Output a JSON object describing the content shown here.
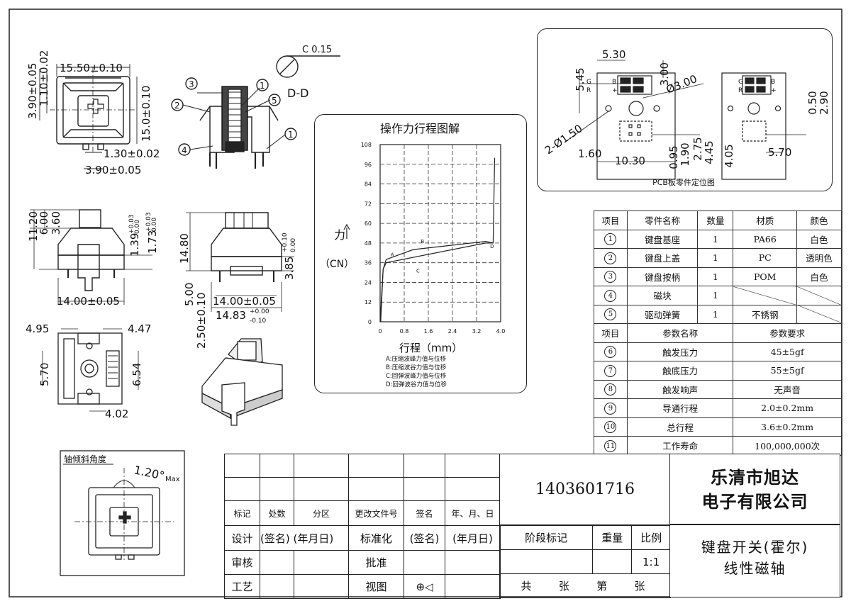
{
  "drawing": {
    "section_label": "D-D",
    "chamfer_note": "C 0.15",
    "top_view": {
      "dims": [
        "15.50±0.10",
        "3.90±0.05",
        "1.10±0.02",
        "15.0±0.10",
        "1.30±0.02",
        "3.90±0.05"
      ]
    },
    "side_view": {
      "dims": [
        "11.20",
        "6.00",
        "3.60",
        "1.39",
        "+0.03",
        "0.00",
        "1.73",
        "+0.03",
        "0.00",
        "14.00±0.05"
      ]
    },
    "front_view": {
      "dims": [
        "14.80",
        "3.85",
        "+0.10",
        "0.00",
        "5.00",
        "14.00±0.05",
        "14.83",
        "+0.00",
        "-0.10",
        "2.50±0.10"
      ]
    },
    "bottom_view": {
      "dims": [
        "4.95",
        "4.47",
        "5.70",
        "6.54",
        "4.02"
      ]
    },
    "section_parts": [
      "1",
      "2",
      "3",
      "4",
      "5"
    ],
    "tilt": {
      "title": "轴倾斜角度",
      "angle": "1.20°",
      "suffix": "Max"
    }
  },
  "chart_data": {
    "type": "line",
    "title": "操作力行程图解",
    "xlabel": "行程（mm）",
    "ylabel_char": "力",
    "ylabel_unit": "（CN）",
    "xlim": [
      0,
      4.0
    ],
    "ylim": [
      0,
      108
    ],
    "x_ticks": [
      "0",
      "0.8",
      "1.6",
      "2.4",
      "3.2",
      "4.0"
    ],
    "y_ticks": [
      "0",
      "12",
      "24",
      "36",
      "48",
      "60",
      "72",
      "84",
      "96",
      "108"
    ],
    "series": [
      {
        "points": [
          [
            0.02,
            0
          ],
          [
            0.1,
            32
          ],
          [
            0.2,
            36
          ],
          [
            3.5,
            48
          ],
          [
            3.75,
            48
          ],
          [
            3.8,
            100
          ]
        ]
      },
      {
        "points": [
          [
            0.0,
            0
          ],
          [
            0.1,
            32
          ],
          [
            0.2,
            38
          ],
          [
            1.1,
            44
          ],
          [
            3.5,
            49
          ],
          [
            3.75,
            48
          ]
        ]
      }
    ],
    "point_labels": [
      "A",
      "B",
      "C",
      "D"
    ],
    "legend": [
      "A:压缩波峰力值与位移",
      "B:压缩波谷力值与位移",
      "C:回弹波峰力值与位移",
      "D:回弹波谷力值与位移"
    ]
  },
  "pcb": {
    "caption": "PCB板零件定位图",
    "dims": [
      "5.30",
      "3.00",
      "5.45",
      "Ø3.00",
      "2-Ø1.50",
      "1.60",
      "10.30",
      "0.95",
      "1.90",
      "2.75",
      "4.45",
      "0.50",
      "2.90",
      "4.05",
      "5.70"
    ],
    "pad_letters": [
      "G",
      "R",
      "B",
      "+"
    ]
  },
  "parts_table": {
    "headers": [
      "项目",
      "零件名称",
      "数量",
      "材质",
      "颜色"
    ],
    "rows": [
      {
        "id": "1",
        "name": "键盘基座",
        "qty": "1",
        "material": "PA66",
        "color": "白色"
      },
      {
        "id": "2",
        "name": "键盘上盖",
        "qty": "1",
        "material": "PC",
        "color": "透明色"
      },
      {
        "id": "3",
        "name": "键盘按柄",
        "qty": "1",
        "material": "POM",
        "color": "白色"
      },
      {
        "id": "4",
        "name": "磁块",
        "qty": "1",
        "material": "",
        "color": ""
      },
      {
        "id": "5",
        "name": "驱动弹簧",
        "qty": "1",
        "material": "不锈钢",
        "color": ""
      }
    ]
  },
  "params_table": {
    "headers": [
      "项目",
      "参数名称",
      "参数要求"
    ],
    "rows": [
      {
        "id": "6",
        "name": "触发压力",
        "value": "45±5gf"
      },
      {
        "id": "7",
        "name": "触底压力",
        "value": "55±5gf"
      },
      {
        "id": "8",
        "name": "触发响声",
        "value": "无声音"
      },
      {
        "id": "9",
        "name": "导通行程",
        "value": "2.0±0.2mm"
      },
      {
        "id": "10",
        "name": "总行程",
        "value": "3.6±0.2mm"
      },
      {
        "id": "11",
        "name": "工作寿命",
        "value": "100,000,000次"
      }
    ]
  },
  "title_block": {
    "drawing_number": "1403601716",
    "company_line1": "乐清市旭达",
    "company_line2": "电子有限公司",
    "product_line1": "键盘开关(霍尔)",
    "product_line2": "线性磁轴",
    "rev_headers": [
      "标记",
      "处数",
      "分区",
      "更改文件号",
      "签名",
      "年、月、日"
    ],
    "design": "设计",
    "sign": "(签名)",
    "date": "(年月日)",
    "standardize": "标准化",
    "sign2": "(签名)",
    "date2": "(年月日)",
    "review": "审核",
    "approve": "批准",
    "craft": "工艺",
    "view": "视图",
    "stage_mark": "阶段标记",
    "weight": "重量",
    "scale": "比例",
    "scale_value": "1:1",
    "total": "共",
    "sheets": "张",
    "sheet_no": "第",
    "sheets2": "张"
  }
}
